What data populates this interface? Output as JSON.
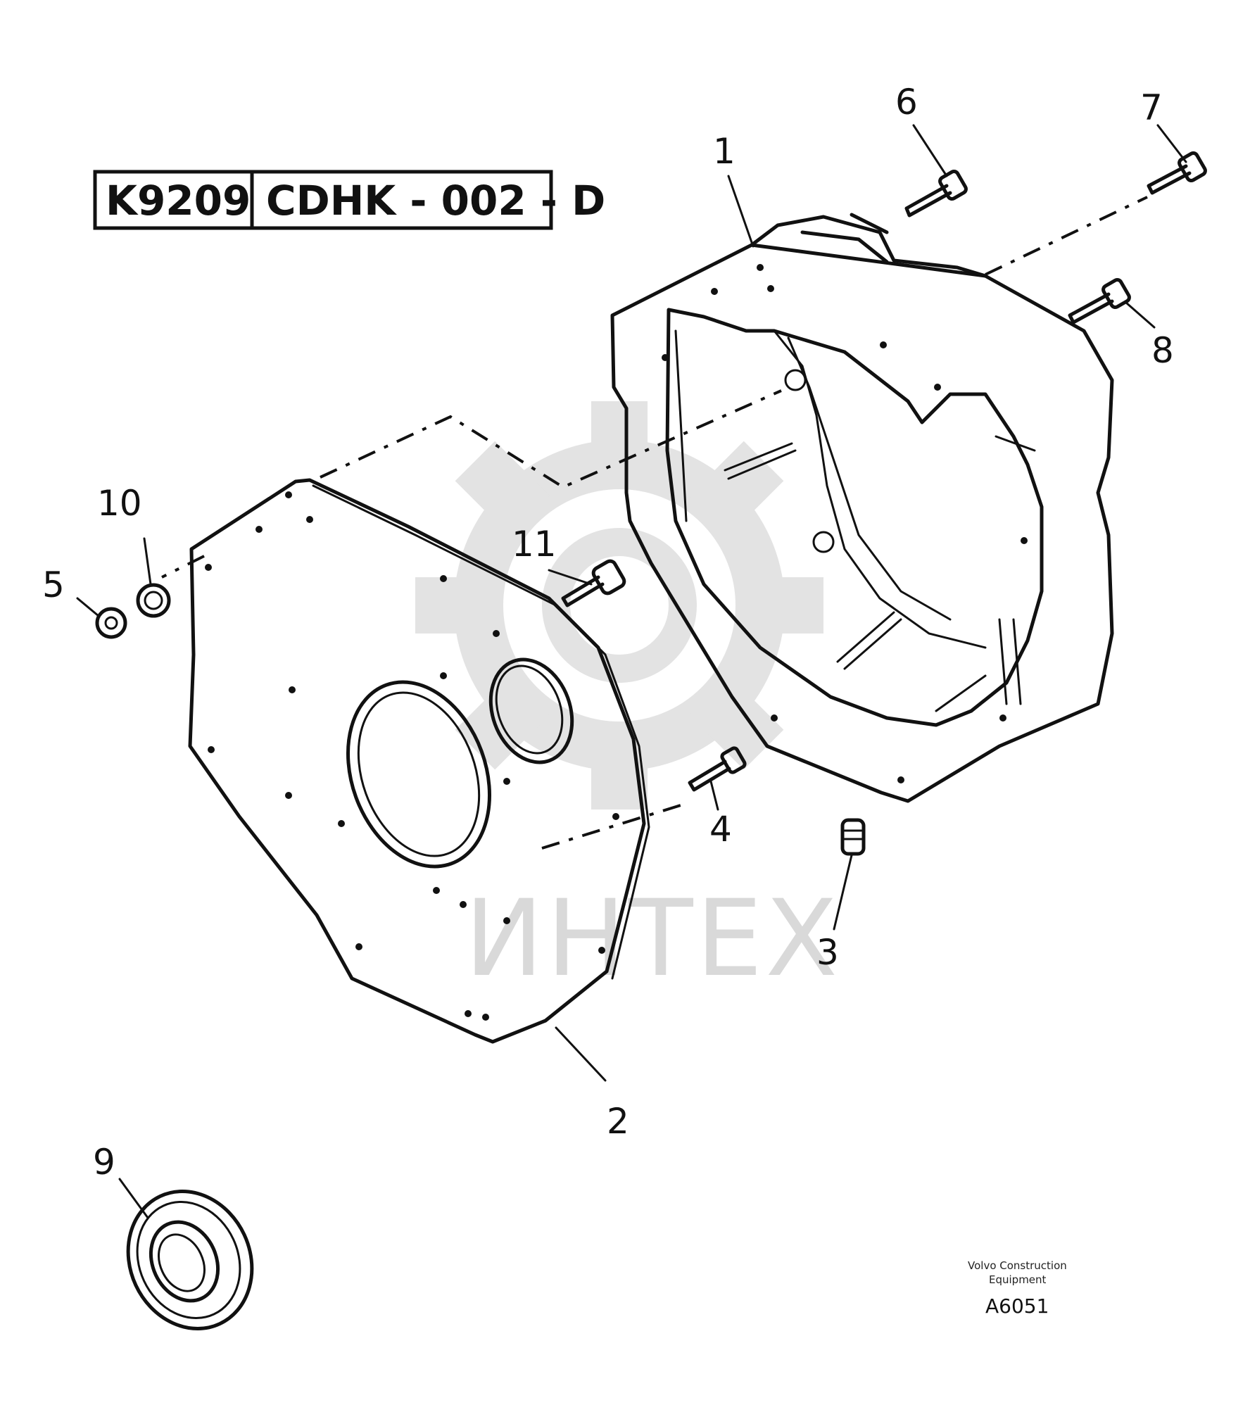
{
  "header": {
    "code_left": "K9209",
    "code_right": "CDHK - 002 - D"
  },
  "watermark": {
    "text": "ИНТЕХ"
  },
  "footer": {
    "maker_line1": "Volvo Construction",
    "maker_line2": "Equipment",
    "reference": "A6051"
  },
  "callouts": [
    "1",
    "2",
    "3",
    "4",
    "5",
    "6",
    "7",
    "8",
    "9",
    "10",
    "11"
  ],
  "colors": {
    "line": "#111111",
    "watermark": "#d9d9d9",
    "background": "#ffffff"
  }
}
